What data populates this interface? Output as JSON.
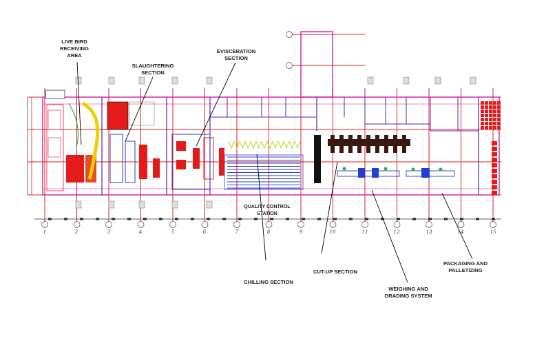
{
  "labels": {
    "live_bird": [
      "LIVE BIRD",
      "RECEIVING",
      "AREA"
    ],
    "slaughtering": [
      "SLAUGHTERING",
      "SECTION"
    ],
    "evisceration": [
      "EVISCERATION",
      "SECTION"
    ],
    "quality_control": [
      "QUALITY CONTROL",
      "STATION"
    ],
    "chilling": [
      "CHILLING SECTION"
    ],
    "cut_up": [
      "CUT-UP SECTION"
    ],
    "weighing": [
      "WEIGHING AND",
      "GRADING SYSTEM"
    ],
    "packaging": [
      "PACKAGING AND",
      "PALLETIZING"
    ]
  },
  "grid_numbers": [
    "1",
    "2",
    "3",
    "4",
    "5",
    "6",
    "7",
    "8",
    "9",
    "10",
    "11",
    "12",
    "13",
    "14",
    "15"
  ],
  "colors": {
    "grid_red": "#e31b1b",
    "wall_magenta": "#d11aa6",
    "wall_purple": "#5a1fb0",
    "equipment_blue": "#1f3fd6",
    "conveyor_green": "#3aa83a",
    "yellow": "#f0d000",
    "dark_equipment": "#3a1a10"
  }
}
